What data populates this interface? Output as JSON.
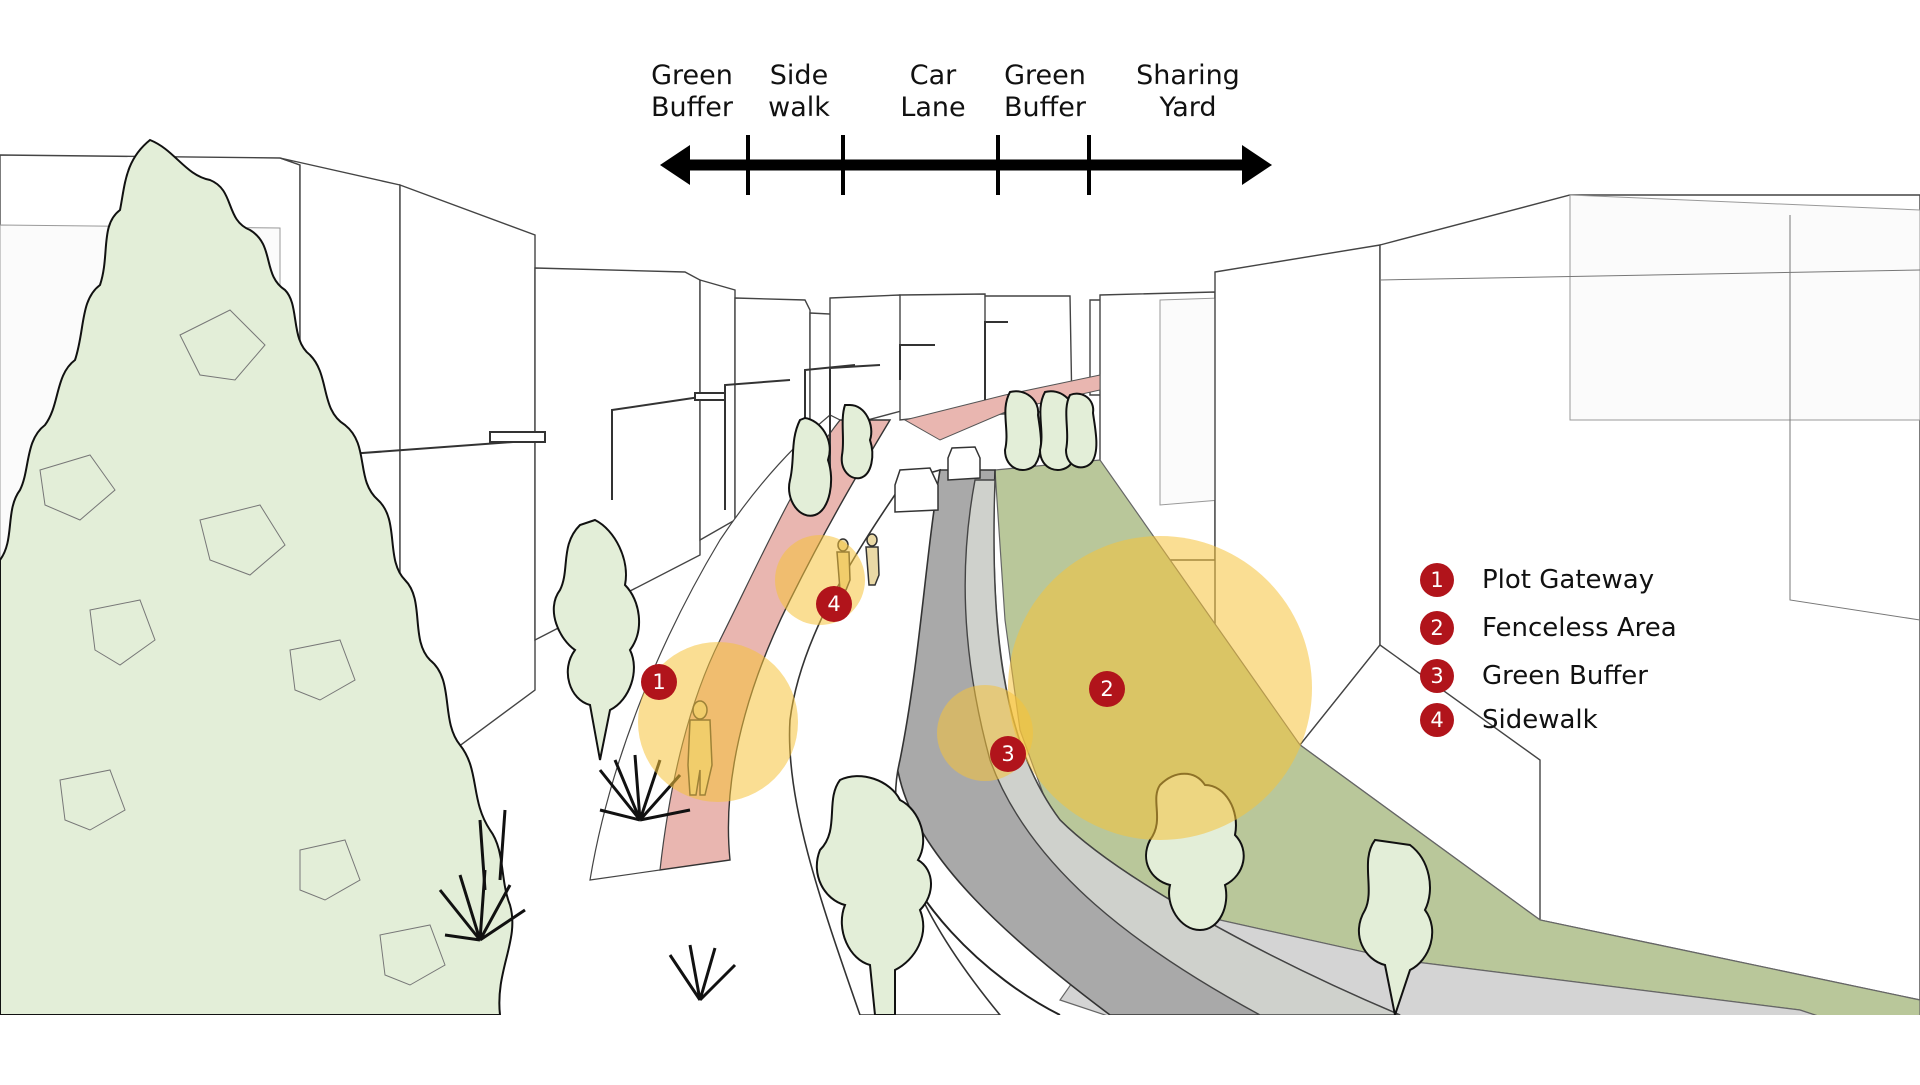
{
  "section_bar": {
    "zones": [
      {
        "line1": "Green",
        "line2": "Buffer"
      },
      {
        "line1": "Side",
        "line2": "walk"
      },
      {
        "line1": "Car",
        "line2": "Lane"
      },
      {
        "line1": "Green",
        "line2": "Buffer"
      },
      {
        "line1": "Sharing",
        "line2": "Yard"
      }
    ]
  },
  "legend": [
    {
      "num": "1",
      "label": "Plot Gateway"
    },
    {
      "num": "2",
      "label": "Fenceless Area"
    },
    {
      "num": "3",
      "label": "Green Buffer"
    },
    {
      "num": "4",
      "label": "Sidewalk"
    }
  ],
  "markers": [
    "1",
    "2",
    "3",
    "4"
  ],
  "colors": {
    "marker": "#b1141b",
    "highlight": "#f5c33b",
    "sidewalk": "#e9b6b0",
    "grass": "#b9c79a",
    "tree": "#e3eed8",
    "road": "#a9a9a9"
  }
}
